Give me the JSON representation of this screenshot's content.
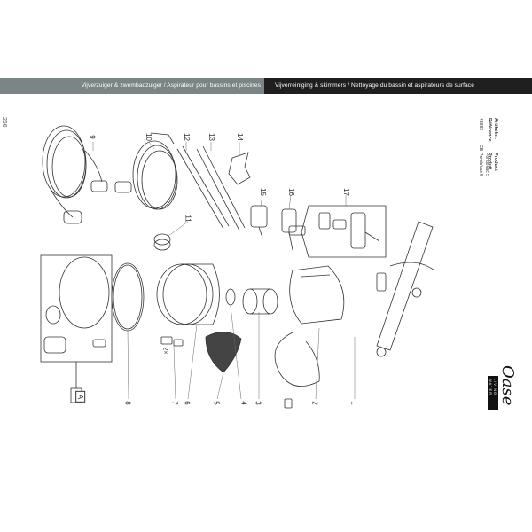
{
  "header": {
    "left_text": "Vijverzuiger & zwembadzuiger / Aspirateur pour bassins et piscines",
    "right_text": "Vijverreiniging & skimmers / Nettoyage du bassin et aspirateurs de surface"
  },
  "page_number": "266",
  "table": {
    "col1_header": "Artikelnr.",
    "col1_subheader": "Référence",
    "col1_value": "43983",
    "col2_header": "Product",
    "col2_subheader": "Produit",
    "col2_values": [
      "PondoVac 5",
      "PondoVac 5"
    ],
    "col2_code": "GB"
  },
  "callouts": [
    "1",
    "2",
    "3",
    "4",
    "5",
    "6",
    "7",
    "8",
    "9",
    "10",
    "11",
    "12",
    "13",
    "14",
    "15",
    "16",
    "17",
    "A"
  ],
  "quantity_note": "2×",
  "brand": {
    "name": "Oase",
    "tagline": "LIVING WATER"
  }
}
